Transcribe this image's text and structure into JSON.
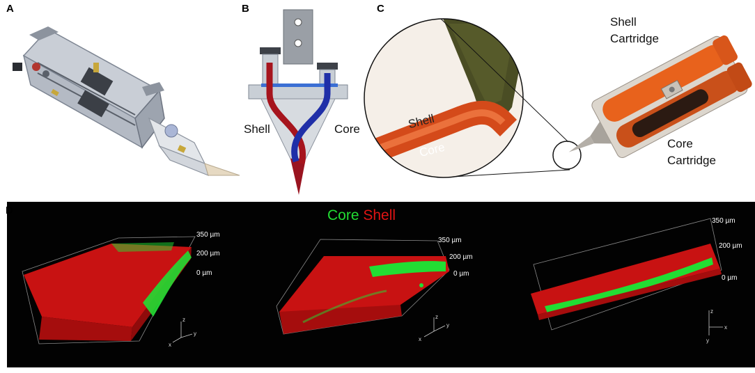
{
  "panels": {
    "a": {
      "letter": "A"
    },
    "b": {
      "letter": "B",
      "shell_label": "Shell",
      "core_label": "Core"
    },
    "c": {
      "letter": "C",
      "inset_shell_label": "Shell",
      "inset_core_label": "Core",
      "shell_cartridge_label": [
        "Shell",
        "Cartridge"
      ],
      "core_cartridge_label": [
        "Core",
        "Cartridge"
      ]
    },
    "d": {
      "letter": "D",
      "legend_core": "Core",
      "legend_shell": "Shell",
      "scale_labels": [
        "350 µm",
        "200 µm",
        "0 µm"
      ],
      "axis_labels": [
        "z",
        "y",
        "x"
      ]
    }
  },
  "colors": {
    "core_green": "#22dd33",
    "shell_red": "#e01414",
    "core_blue": "#1f2fa8",
    "shell_dark_red": "#a0141e",
    "cartridge_orange": "#e8621c"
  }
}
